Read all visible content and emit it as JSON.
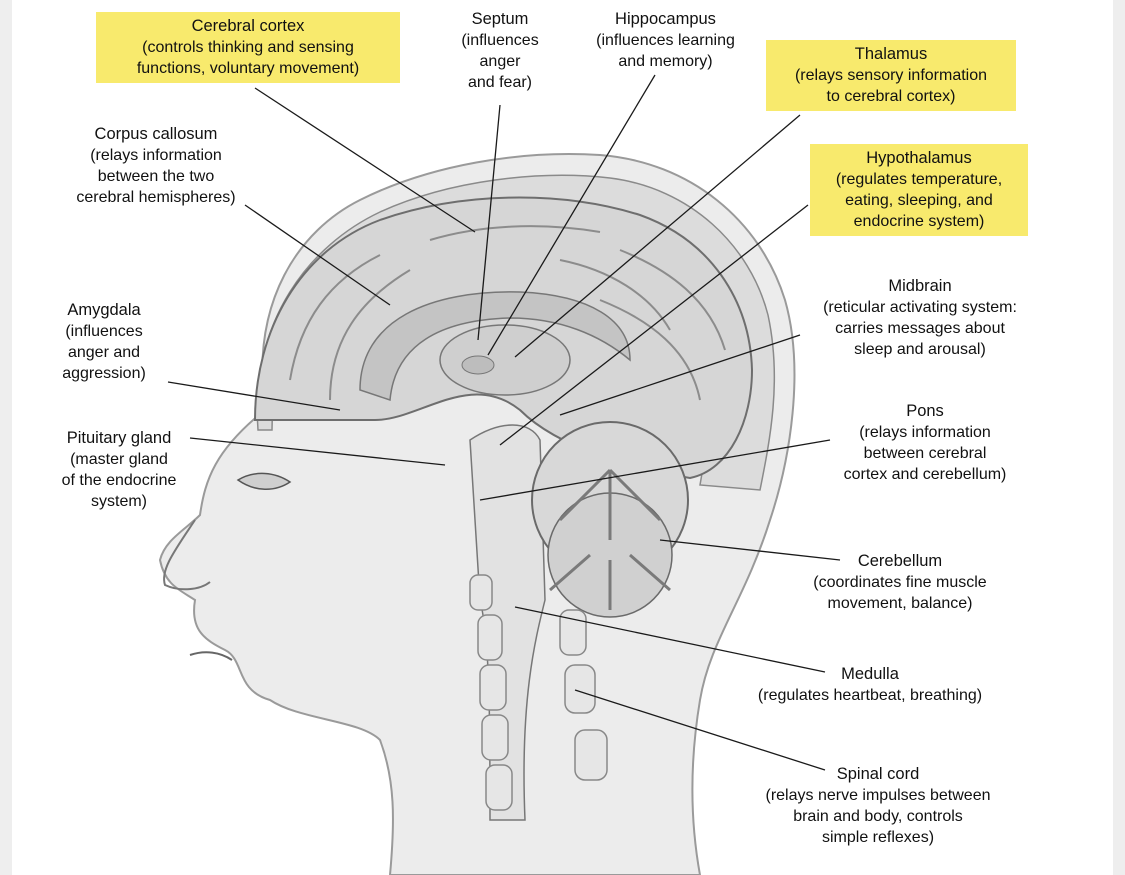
{
  "colors": {
    "highlight": "#f8ea6d",
    "leader_line": "#1a1a1a",
    "skin": "#ececec",
    "brain": "#d6d6d6"
  },
  "labels": {
    "cerebral_cortex": {
      "title": "Cerebral cortex",
      "desc": [
        "(controls thinking and sensing",
        "functions, voluntary movement)"
      ]
    },
    "septum": {
      "title": "Septum",
      "desc": [
        "(influences",
        "anger",
        "and fear)"
      ]
    },
    "hippocampus": {
      "title": "Hippocampus",
      "desc": [
        "(influences learning",
        "and memory)"
      ]
    },
    "thalamus": {
      "title": "Thalamus",
      "desc": [
        "(relays sensory information",
        "to cerebral cortex)"
      ]
    },
    "hypothalamus": {
      "title": "Hypothalamus",
      "desc": [
        "(regulates temperature,",
        "eating, sleeping, and",
        "endocrine system)"
      ]
    },
    "corpus_callosum": {
      "title": "Corpus callosum",
      "desc": [
        "(relays information",
        "between the two",
        "cerebral hemispheres)"
      ]
    },
    "midbrain": {
      "title": "Midbrain",
      "desc": [
        "(reticular activating system:",
        "carries messages about",
        "sleep and arousal)"
      ]
    },
    "amygdala": {
      "title": "Amygdala",
      "desc": [
        "(influences",
        "anger and",
        "aggression)"
      ]
    },
    "pons": {
      "title": "Pons",
      "desc": [
        "(relays information",
        "between cerebral",
        "cortex and cerebellum)"
      ]
    },
    "pituitary_gland": {
      "title": "Pituitary gland",
      "desc": [
        "(master gland",
        "of the endocrine",
        "system)"
      ]
    },
    "cerebellum": {
      "title": "Cerebellum",
      "desc": [
        "(coordinates fine muscle",
        "movement, balance)"
      ]
    },
    "medulla": {
      "title": "Medulla",
      "desc": [
        "(regulates heartbeat, breathing)"
      ]
    },
    "spinal_cord": {
      "title": "Spinal cord",
      "desc": [
        "(relays nerve impulses between",
        "brain and body, controls",
        "simple reflexes)"
      ]
    }
  }
}
